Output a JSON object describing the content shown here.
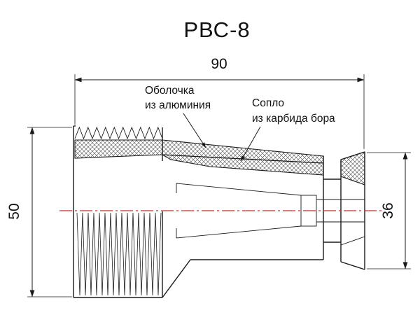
{
  "drawing": {
    "title": "РВС-8",
    "dimensions": {
      "length": "90",
      "left_diameter": "50",
      "right_diameter": "36"
    },
    "labels": {
      "shell_line1": "Оболочка",
      "shell_line2": "из алюминия",
      "nozzle_line1": "Сопло",
      "nozzle_line2": "из карбида бора"
    },
    "colors": {
      "line": "#1a1a1a",
      "centerline": "#cc2a2a",
      "background": "#ffffff"
    }
  }
}
